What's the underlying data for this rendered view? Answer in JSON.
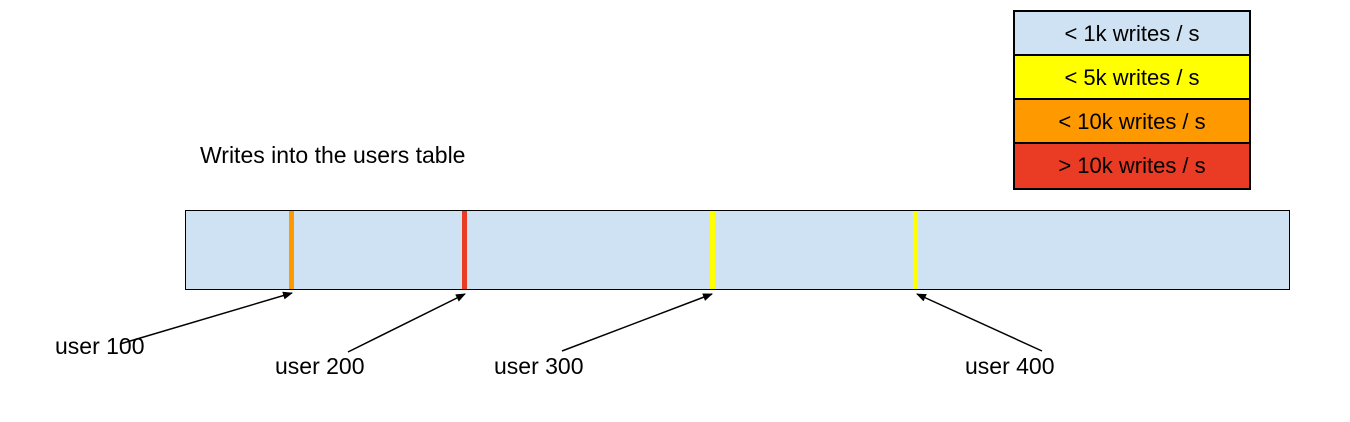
{
  "title": "Writes into the users table",
  "legend": {
    "items": [
      {
        "label": "< 1k writes / s",
        "color": "#cfe2f3"
      },
      {
        "label": "< 5k writes / s",
        "color": "#ffff00"
      },
      {
        "label": "< 10k writes / s",
        "color": "#ff9900"
      },
      {
        "label": "> 10k writes / s",
        "color": "#ea3b24"
      }
    ]
  },
  "bar": {
    "color": "#cfe2f3"
  },
  "markers": [
    {
      "label": "user 100",
      "color": "#ff9900"
    },
    {
      "label": "user 200",
      "color": "#ea3b24"
    },
    {
      "label": "user 300",
      "color": "#ffff00"
    },
    {
      "label": "user 400",
      "color": "#ffff00"
    }
  ]
}
